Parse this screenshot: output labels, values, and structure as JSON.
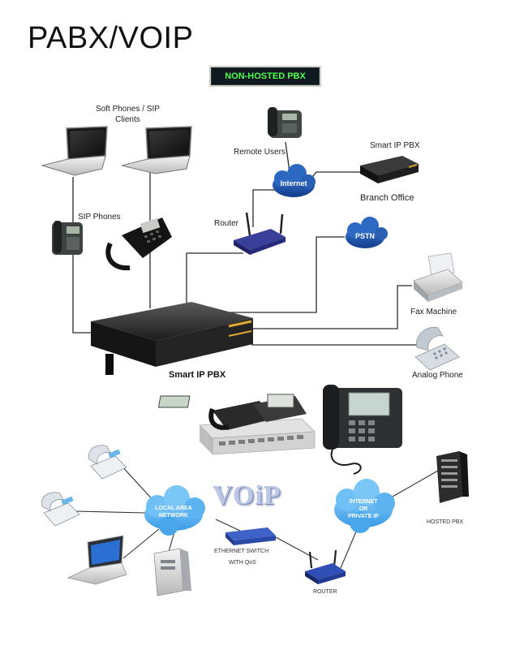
{
  "title": "PABX/VOIP",
  "top_diagram": {
    "badge": "NON-HOSTED PBX",
    "labels": {
      "soft_phones": "Soft Phones / SIP\nClients",
      "sip_phones": "SIP Phones",
      "remote_users": "Remote Users",
      "internet": "Internet",
      "smart_ip_pbx_branch": "Smart IP PBX",
      "branch_office": "Branch Office",
      "router": "Router",
      "pstn": "PSTN",
      "fax_machine": "Fax Machine",
      "analog_phone": "Analog Phone",
      "smart_ip_pbx_main": "Smart IP PBX"
    }
  },
  "bottom_diagram": {
    "logo_text": "VOiP",
    "labels": {
      "lan_cloud": "LOCAL AREA\nNETWORK",
      "internet_cloud": "INTERNET\nOR\nPRIVATE IP",
      "hosted_pbx": "HOSTED PBX",
      "ethernet_switch": "ETHERNET SWITCH",
      "with_qos": "WITH QoS",
      "router": "ROUTER"
    }
  },
  "colors": {
    "badge_text": "#4cff4c",
    "cloud_dark": "#1a4fae",
    "cloud_light": "#5fb4f2",
    "line": "#2b2b2b"
  }
}
